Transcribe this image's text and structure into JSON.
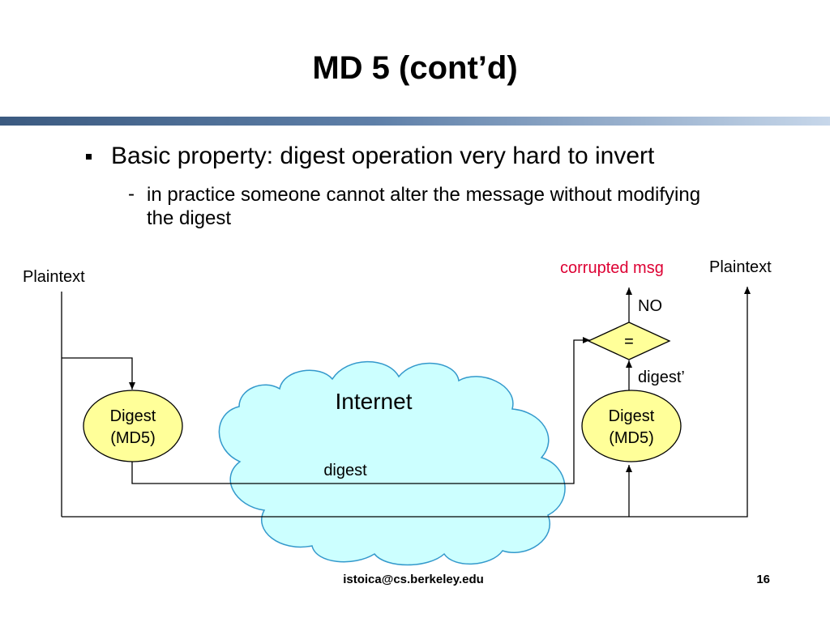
{
  "title": "MD 5 (cont’d)",
  "bullet": {
    "text": "Basic property: digest operation very hard to invert",
    "sub_marker": "-",
    "sub_text": "in practice someone cannot alter the message without modifying the digest"
  },
  "diagram": {
    "plaintext_left": "Plaintext",
    "plaintext_right": "Plaintext",
    "corrupted": "corrupted msg",
    "no_label": "NO",
    "equals": "=",
    "digest_prime": "digest’",
    "internet": "Internet",
    "digest_wire": "digest",
    "digest_left": [
      "Digest",
      "(MD5)"
    ],
    "digest_right": [
      "Digest",
      "(MD5)"
    ]
  },
  "colors": {
    "cloud_fill": "#ccffff",
    "cloud_stroke": "#3399cc",
    "circle_fill": "#ffff99",
    "corrupted_text": "#dd0033",
    "rule_dark": "#3b5a80",
    "rule_light": "#c7d7ea"
  },
  "footer": {
    "email": "istoica@cs.berkeley.edu",
    "page": "16"
  }
}
